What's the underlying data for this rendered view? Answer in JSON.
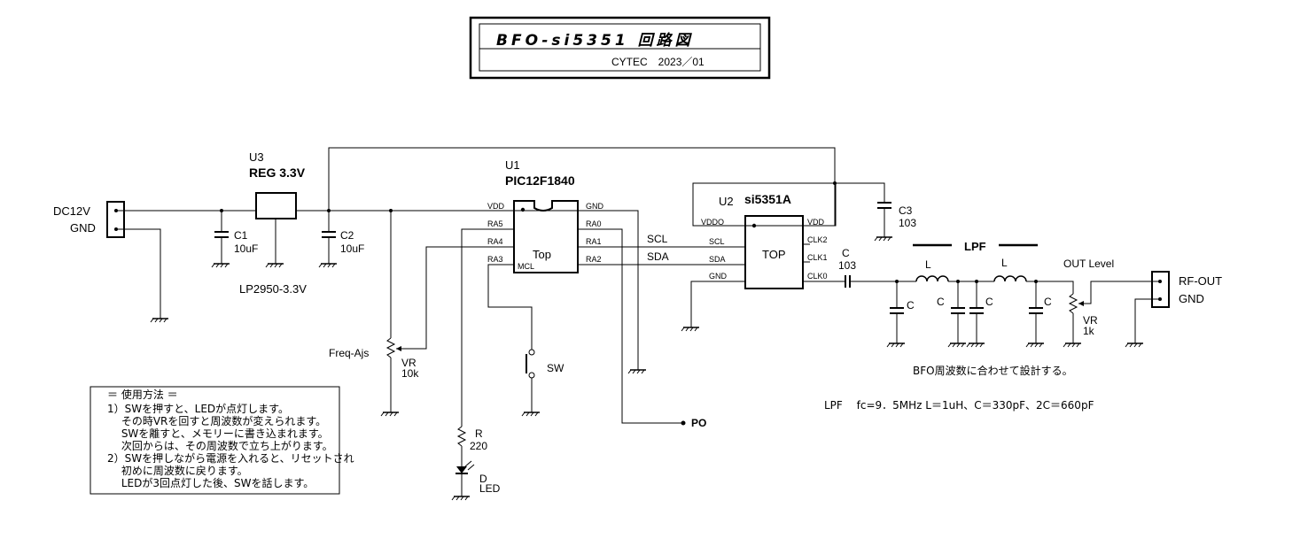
{
  "title": {
    "main": "BFO-si5351 回路図",
    "sub": "CYTEC　2023／01"
  },
  "power_in": {
    "dc12v": "DC12V",
    "gnd": "GND"
  },
  "regulator": {
    "ref": "U3",
    "name": "REG 3.3V",
    "part": "LP2950-3.3V"
  },
  "caps": {
    "c1_ref": "C1",
    "c1_val": "10uF",
    "c2_ref": "C2",
    "c2_val": "10uF",
    "c3_ref": "C3",
    "c3_val": "103",
    "cs_ref": "C",
    "cs_val": "103",
    "lpf_c": "C"
  },
  "mcu": {
    "ref": "U1",
    "name": "PIC12F1840",
    "body": "Top",
    "pins": {
      "vdd": "VDD",
      "ra5": "RA5",
      "ra4": "RA4",
      "ra3": "RA3",
      "mcl": "MCL",
      "gnd": "GND",
      "ra0": "RA0",
      "ra1": "RA1",
      "ra2": "RA2"
    }
  },
  "synth": {
    "ref": "U2",
    "name": "si5351A",
    "body": "TOP",
    "pins": {
      "vddo": "VDDO",
      "scl": "SCL",
      "sda": "SDA",
      "gnd": "GND",
      "vdd": "VDD",
      "clk2": "CLK2",
      "clk1": "CLK1",
      "clk0": "CLK0"
    }
  },
  "nets": {
    "scl": "SCL",
    "sda": "SDA",
    "po": "PO"
  },
  "freq_pot": {
    "label": "Freq-Ajs",
    "ref": "VR",
    "val": "10k"
  },
  "switch": {
    "label": "SW"
  },
  "resistor": {
    "ref": "R",
    "val": "220"
  },
  "led": {
    "ref": "D",
    "val": "LED"
  },
  "lpf": {
    "title": "LPF",
    "inductor": "L",
    "note": "BFO周波数に合わせて設計する。",
    "spec": "LPF　 fc=9．5MHz  L＝1uH、C＝330pF、2C＝660pF"
  },
  "out_pot": {
    "label": "OUT  Level",
    "ref": "VR",
    "val": "1k"
  },
  "rf_out": {
    "out": "RF-OUT",
    "gnd": "GND"
  },
  "usage": {
    "header": "＝ 使用方法 ＝",
    "lines": [
      "1）SWを押すと、LEDが点灯します。",
      "　 その時VRを回すと周波数が変えられます。",
      "　 SWを離すと、メモリーに書き込まれます。",
      "　 次回からは、その周波数で立ち上がります。",
      "2）SWを押しながら電源を入れると、リセットされ",
      "　 初めに周波数に戻ります。",
      "　 LEDが3回点灯した後、SWを話します。"
    ]
  }
}
